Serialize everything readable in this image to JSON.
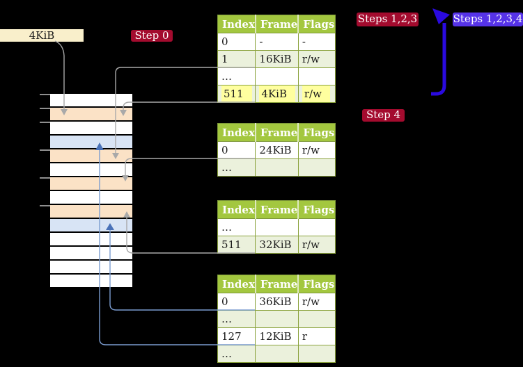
{
  "labels": {
    "frame_size": "4KiB",
    "step0": "Step 0",
    "steps123": "Steps 1,2,3",
    "steps1234": "Steps 1,2,3,4",
    "step4": "Step 4"
  },
  "memory_strip": {
    "row_colors": [
      "white",
      "peach",
      "white",
      "blue",
      "peach",
      "white",
      "peach",
      "white",
      "peach",
      "blue",
      "white",
      "white",
      "white",
      "white"
    ],
    "tick_positions_y": [
      135,
      156,
      176,
      215,
      255,
      295
    ]
  },
  "tables": [
    {
      "name": "page-table-step0",
      "headers": [
        "Index",
        "Frame",
        "Flags"
      ],
      "rows": [
        {
          "cells": [
            "0",
            "-",
            "-"
          ]
        },
        {
          "cells": [
            "1",
            "16KiB",
            "r/w"
          ]
        },
        {
          "cells": [
            "…",
            "",
            ""
          ]
        },
        {
          "cells": [
            "511",
            "4KiB",
            "r/w"
          ],
          "highlighted": true
        }
      ]
    },
    {
      "name": "page-table-2",
      "headers": [
        "Index",
        "Frame",
        "Flags"
      ],
      "rows": [
        {
          "cells": [
            "0",
            "24KiB",
            "r/w"
          ]
        },
        {
          "cells": [
            "…",
            "",
            ""
          ]
        }
      ]
    },
    {
      "name": "page-table-3",
      "headers": [
        "Index",
        "Frame",
        "Flags"
      ],
      "rows": [
        {
          "cells": [
            "…",
            "",
            ""
          ]
        },
        {
          "cells": [
            "511",
            "32KiB",
            "r/w"
          ]
        }
      ]
    },
    {
      "name": "page-table-4",
      "headers": [
        "Index",
        "Frame",
        "Flags"
      ],
      "rows": [
        {
          "cells": [
            "0",
            "36KiB",
            "r/w"
          ]
        },
        {
          "cells": [
            "…",
            "",
            ""
          ]
        },
        {
          "cells": [
            "127",
            "12KiB",
            "r"
          ]
        },
        {
          "cells": [
            "…",
            "",
            ""
          ]
        }
      ]
    }
  ],
  "palette": {
    "background": "#000000",
    "header_green": "#a3c73f",
    "row_green": "#ebf1dc",
    "table_border": "#7d9739",
    "peach_row": "#fbe2c6",
    "blue_row": "#d8e4f5",
    "cream_label": "#f9efcb",
    "yellow_highlight": "#ffff9f",
    "badge_red": "#a30b2e",
    "badge_blue": "#5633e8",
    "big_arrow_blue": "#2a0ae0",
    "connector_gray": "#a9a9a9",
    "connector_blue_line": "#7b9cd0",
    "connector_blue_head": "#4a72b8"
  }
}
